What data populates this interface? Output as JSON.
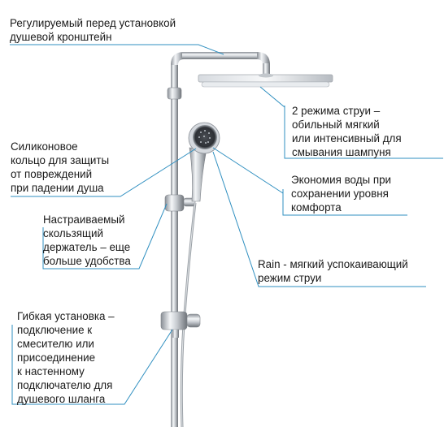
{
  "callouts": {
    "bracket": "Регулируемый перед установкой\nдушевой кронштейн",
    "spray_modes": "2 режима струи –\nобильный мягкий\nили интенсивный для\nсмывания шампуня",
    "silicone_ring": "Силиконовое\nкольцо для защиты\nот повреждений\nпри падении душа",
    "water_saving": "Экономия воды при\nсохранении уровня\nкомфорта",
    "slider": "Настраиваемый\nскользящий\nдержатель – еще\nбольше удобства",
    "rain_mode": "Rain - мягкий успокаивающий\nрежим струи",
    "connection": "Гибкая установка –\nподключение к\nсмесителю или\nприсоединение\nк настенному\nподключателю для\nдушевого шланга"
  },
  "colors": {
    "leader_line": "#2f8fc0",
    "chrome_dark": "#8a8f96",
    "chrome_light": "#f2f4f6",
    "text": "#1a1a1a"
  }
}
